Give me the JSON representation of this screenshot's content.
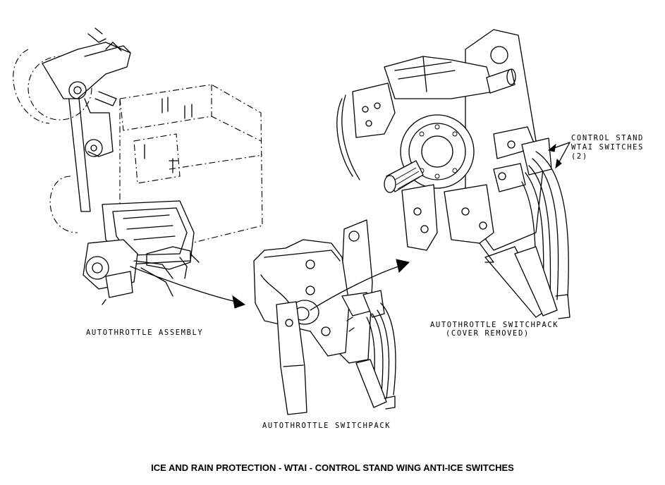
{
  "labels": {
    "control_stand_line1": "CONTROL STAND",
    "control_stand_line2": "WTAI SWITCHES",
    "control_stand_line3": "(2)",
    "autothrottle_assembly": "AUTOTHROTTLE ASSEMBLY",
    "switchpack_cover_line1": "AUTOTHROTTLE SWITCHPACK",
    "switchpack_cover_line2": "(COVER REMOVED)",
    "autothrottle_switchpack": "AUTOTHROTTLE SWITCHPACK"
  },
  "title": "ICE AND RAIN PROTECTION - WTAI - CONTROL STAND WING ANTI-ICE SWITCHES"
}
